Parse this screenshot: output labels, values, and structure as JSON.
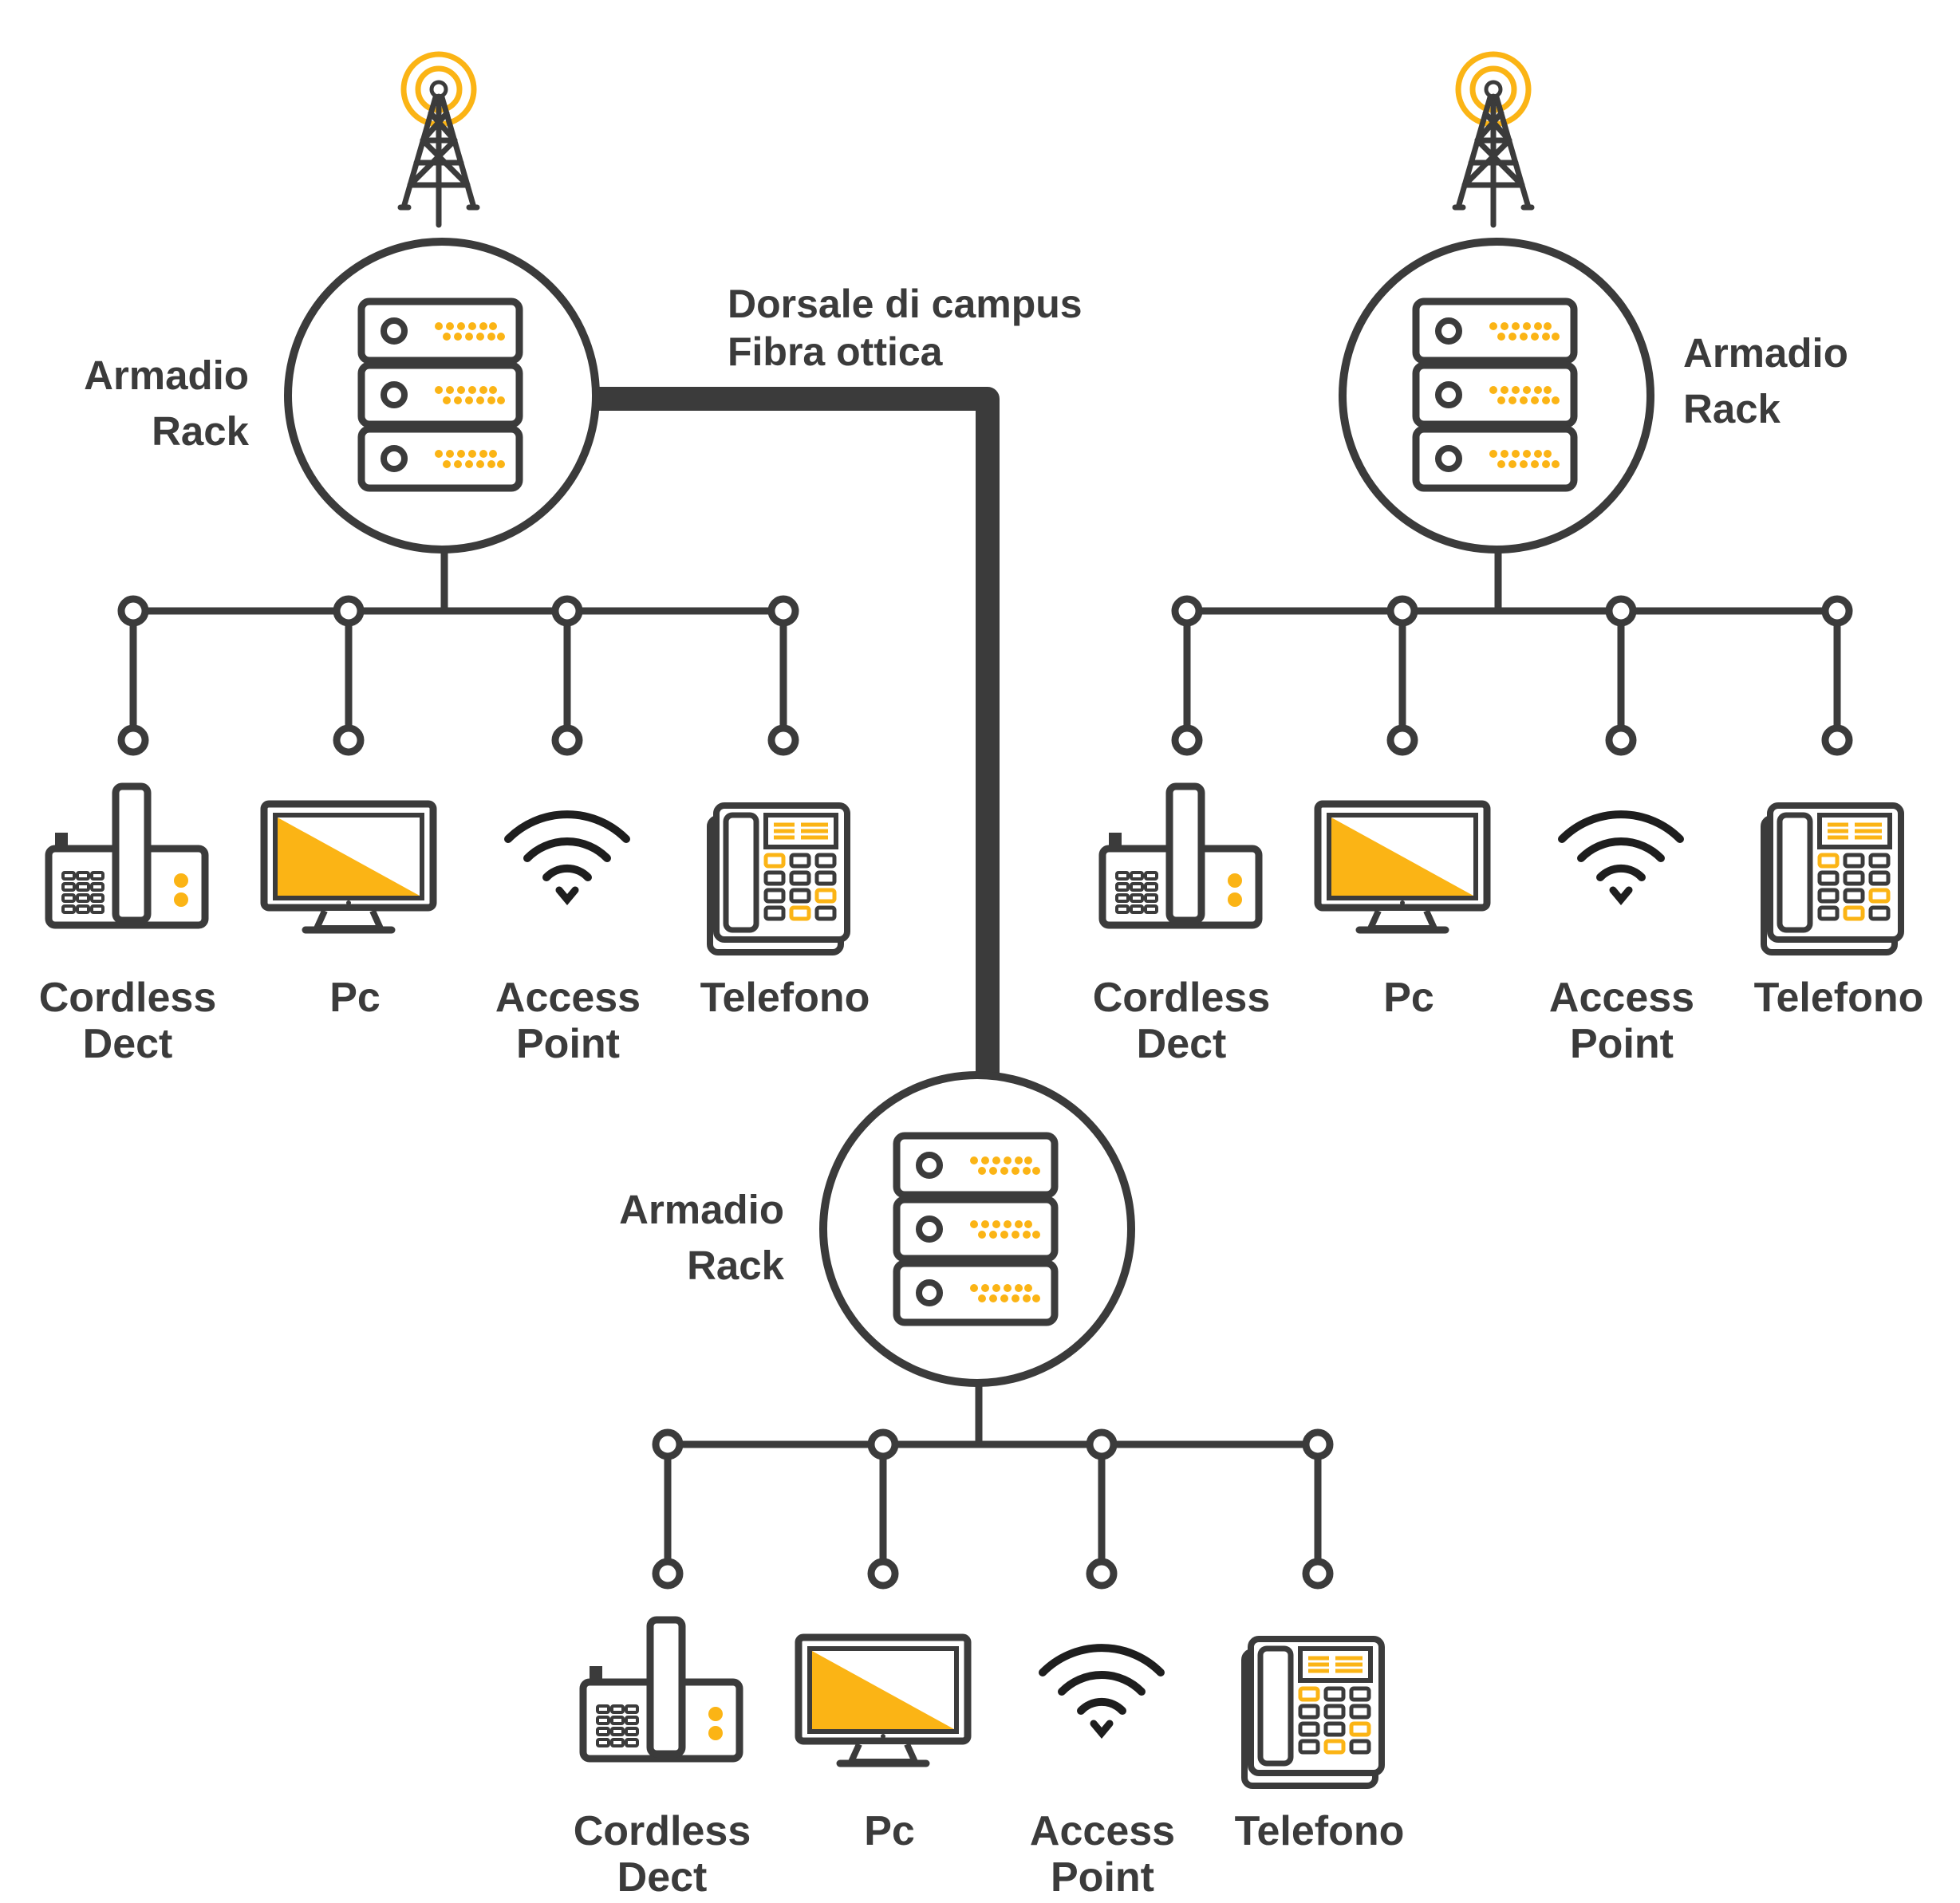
{
  "colors": {
    "ink": "#3b3b3b",
    "accent": "#fbb415",
    "background": "#ffffff"
  },
  "backbone": {
    "line1": "Dorsale di campus",
    "line2": "Fibra ottica"
  },
  "racks": [
    {
      "label_line1": "Armadio",
      "label_line2": "Rack",
      "has_antenna": true,
      "devices": [
        {
          "icon": "cordless-phone-icon",
          "line1": "Cordless",
          "line2": "Dect"
        },
        {
          "icon": "monitor-icon",
          "line1": "Pc",
          "line2": ""
        },
        {
          "icon": "wifi-icon",
          "line1": "Access",
          "line2": "Point"
        },
        {
          "icon": "desk-phone-icon",
          "line1": "Telefono",
          "line2": ""
        }
      ]
    },
    {
      "label_line1": "Armadio",
      "label_line2": "Rack",
      "has_antenna": true,
      "devices": [
        {
          "icon": "cordless-phone-icon",
          "line1": "Cordless",
          "line2": "Dect"
        },
        {
          "icon": "monitor-icon",
          "line1": "Pc",
          "line2": ""
        },
        {
          "icon": "wifi-icon",
          "line1": "Access",
          "line2": "Point"
        },
        {
          "icon": "desk-phone-icon",
          "line1": "Telefono",
          "line2": ""
        }
      ]
    },
    {
      "label_line1": "Armadio",
      "label_line2": "Rack",
      "has_antenna": false,
      "devices": [
        {
          "icon": "cordless-phone-icon",
          "line1": "Cordless",
          "line2": "Dect"
        },
        {
          "icon": "monitor-icon",
          "line1": "Pc",
          "line2": ""
        },
        {
          "icon": "wifi-icon",
          "line1": "Access",
          "line2": "Point"
        },
        {
          "icon": "desk-phone-icon",
          "line1": "Telefono",
          "line2": ""
        }
      ]
    }
  ]
}
